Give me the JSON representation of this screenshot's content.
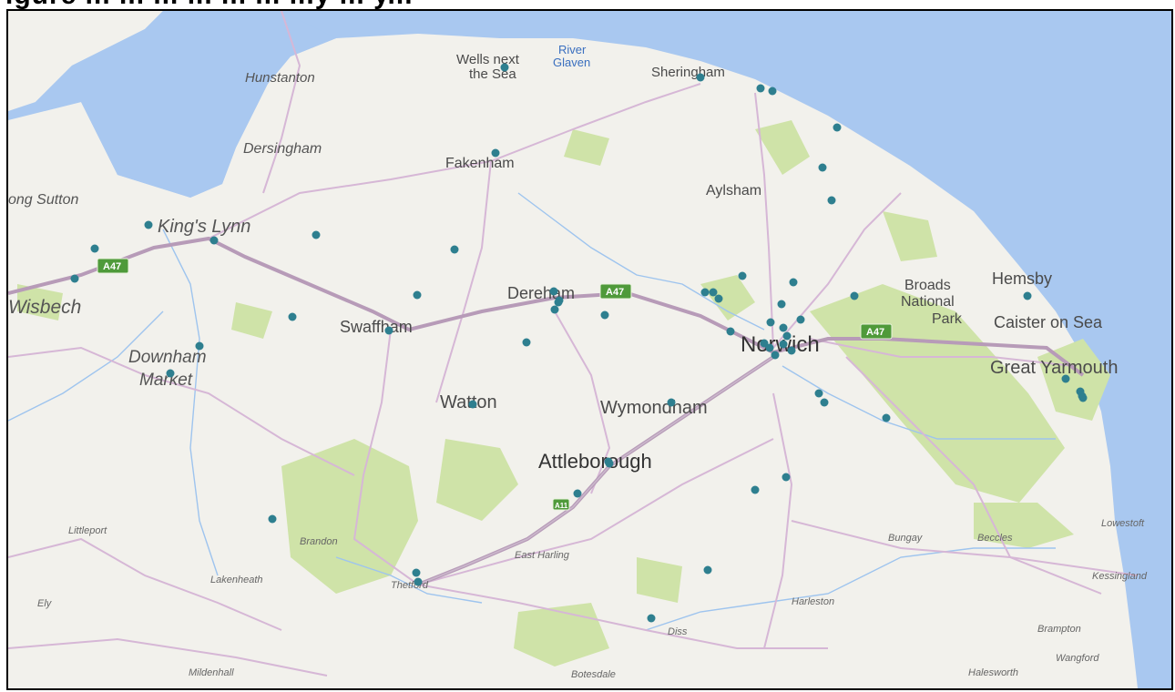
{
  "heading": "igure ... ... ... ... ... ... ...y ... y...",
  "map": {
    "colors": {
      "sea": "#a9c8f0",
      "land": "#f2f1ec",
      "woodland": "#cfe3a8",
      "road": "#c79bc9",
      "major_road": "#a58aa6",
      "marker": "#2e7f8f"
    },
    "labels": [
      {
        "text": "Hunstanton",
        "size": "medium"
      },
      {
        "text": "Wells next",
        "size": "medium"
      },
      {
        "text": "the Sea",
        "size": "medium"
      },
      {
        "text": "River",
        "size": "small-water"
      },
      {
        "text": "Glaven",
        "size": "small-water"
      },
      {
        "text": "Sheringham",
        "size": "medium"
      },
      {
        "text": "Dersingham",
        "size": "medium"
      },
      {
        "text": "Fakenham",
        "size": "medium"
      },
      {
        "text": "Aylsham",
        "size": "medium"
      },
      {
        "text": "ong Sutton",
        "size": "medium"
      },
      {
        "text": "King's Lynn",
        "size": "large"
      },
      {
        "text": "Wisbech",
        "size": "large"
      },
      {
        "text": "Downham",
        "size": "large"
      },
      {
        "text": "Market",
        "size": "large"
      },
      {
        "text": "Swaffham",
        "size": "large"
      },
      {
        "text": "Dereham",
        "size": "large"
      },
      {
        "text": "Broads",
        "size": "large"
      },
      {
        "text": "National",
        "size": "large"
      },
      {
        "text": "Park",
        "size": "large"
      },
      {
        "text": "Hemsby",
        "size": "large"
      },
      {
        "text": "Caister on Sea",
        "size": "large"
      },
      {
        "text": "Norwich",
        "size": "xlarge"
      },
      {
        "text": "Great Yarmouth",
        "size": "large"
      },
      {
        "text": "Watton",
        "size": "large"
      },
      {
        "text": "Wymondham",
        "size": "large"
      },
      {
        "text": "Attleborough",
        "size": "xlarge"
      },
      {
        "text": "Littleport",
        "size": "small"
      },
      {
        "text": "Brandon",
        "size": "small"
      },
      {
        "text": "Lakenheath",
        "size": "small"
      },
      {
        "text": "Thetford",
        "size": "small"
      },
      {
        "text": "East Harling",
        "size": "small"
      },
      {
        "text": "Ely",
        "size": "small"
      },
      {
        "text": "Diss",
        "size": "small"
      },
      {
        "text": "Harleston",
        "size": "small"
      },
      {
        "text": "Bungay",
        "size": "small"
      },
      {
        "text": "Beccles",
        "size": "small"
      },
      {
        "text": "Lowestoft",
        "size": "small"
      },
      {
        "text": "Kessingland",
        "size": "small"
      },
      {
        "text": "Brampton",
        "size": "small"
      },
      {
        "text": "Wangford",
        "size": "small"
      },
      {
        "text": "Halesworth",
        "size": "small"
      },
      {
        "text": "Mildenhall",
        "size": "small"
      },
      {
        "text": "Botesdale",
        "size": "small"
      }
    ],
    "road_shields": [
      "A47",
      "A47",
      "A47",
      "A11"
    ],
    "marker_count": 62
  }
}
